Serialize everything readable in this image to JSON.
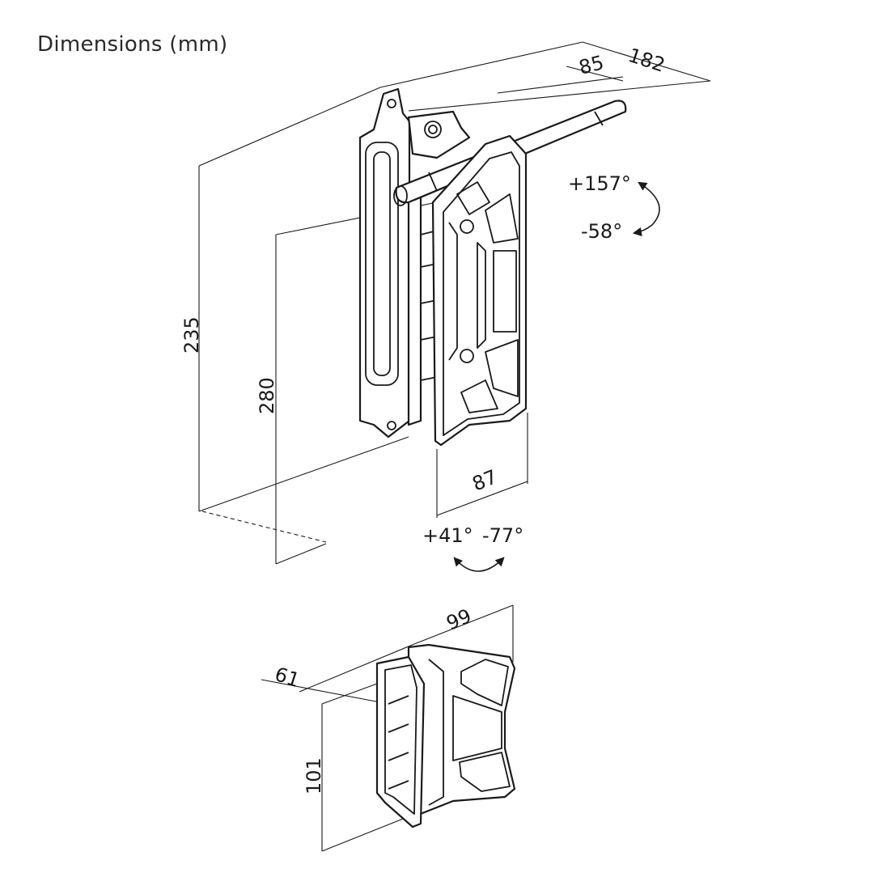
{
  "title": "Dimensions (mm)",
  "dimensions": {
    "overall_depth": "182",
    "arm_depth": "85",
    "wall_plate_height": "235",
    "vesa_height": "280",
    "vesa_width": "87",
    "bottom_depth": "99",
    "plate_depth": "61",
    "bottom_height": "101"
  },
  "angles": {
    "swivel_plus": "+157°",
    "swivel_minus": "-58°",
    "tilt_plus": "+41°",
    "tilt_minus": "-77°"
  }
}
